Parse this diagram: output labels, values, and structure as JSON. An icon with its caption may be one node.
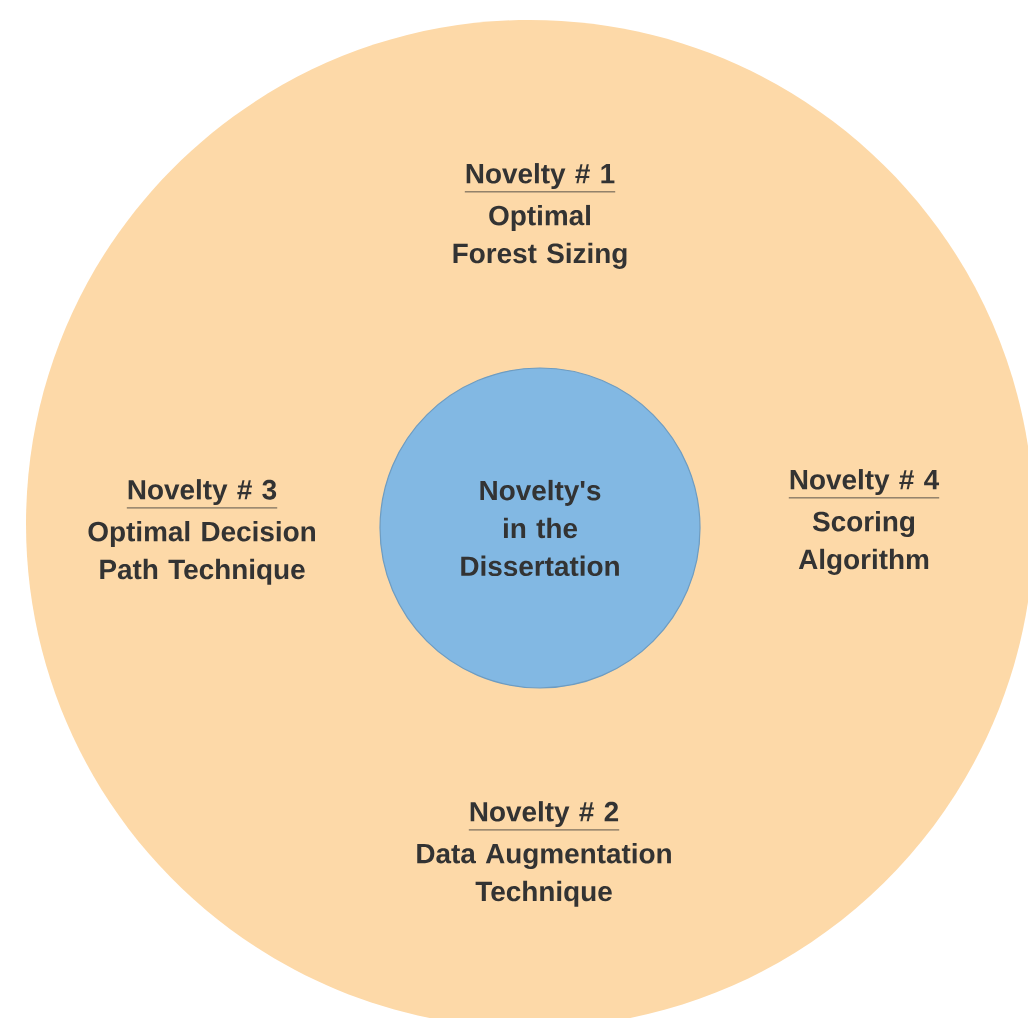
{
  "diagram": {
    "nodes": [
      {
        "text": [],
        "shape": "circle"
      },
      {
        "text": [
          "Novelty # 1",
          "Optimal Forest Sizing"
        ],
        "in": 0
      },
      {
        "text": [
          "Novelty # 3",
          "Optimal Decision Path Technique"
        ],
        "in": 0
      },
      {
        "text": [
          "Novelty's in the Dissertation"
        ],
        "in": 0
      },
      {
        "text": [
          "Novelty # 4",
          "Scoring Algorithm"
        ],
        "in": 0
      },
      {
        "text": [
          "Novelty # 2",
          "Data Augmentation Technique"
        ],
        "in": 0
      }
    ]
  }
}
